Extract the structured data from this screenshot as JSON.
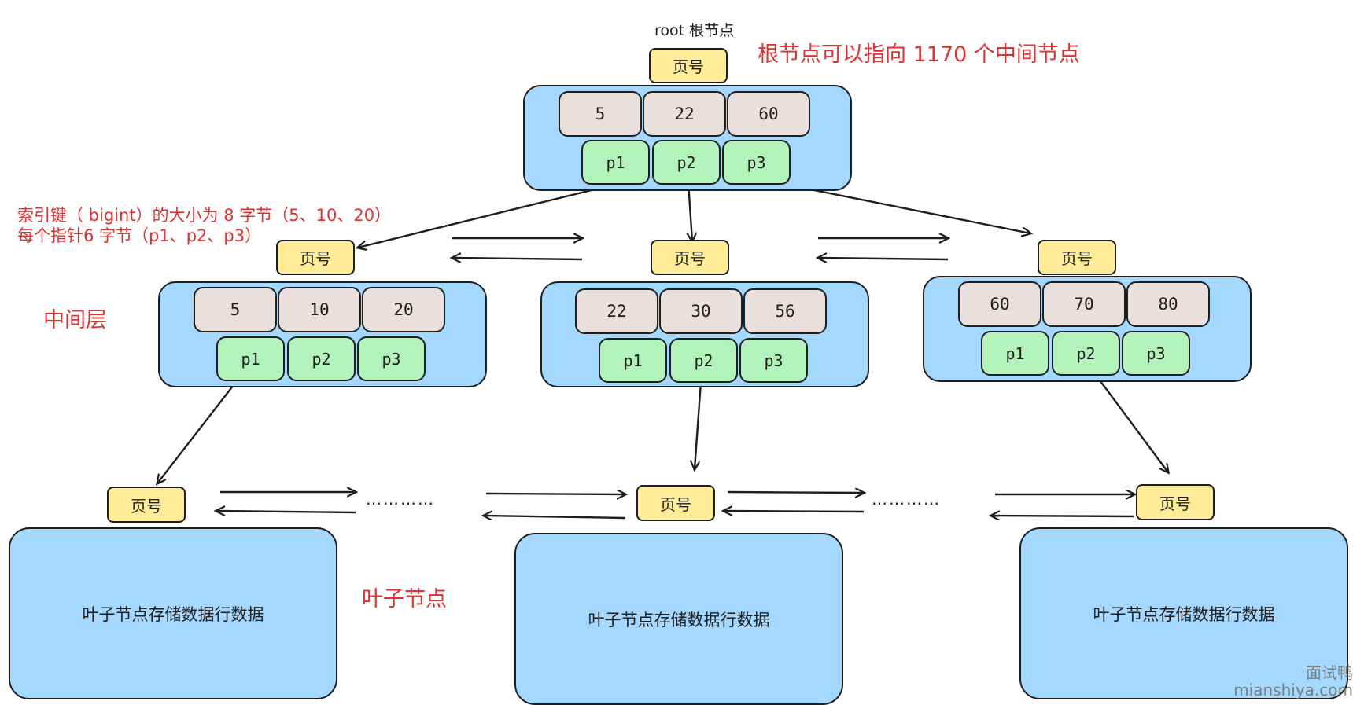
{
  "labels": {
    "root": "root 根节点",
    "root_note": "根节点可以指向 1170 个中间节点",
    "size_note_line1": "索引键（ bigint）的大小为 8 字节（5、10、20）",
    "size_note_line2": "每个指针6 字节（p1、p2、p3）",
    "middle_layer": "中间层",
    "leaf_layer": "叶子节点",
    "page": "页号",
    "leaf_text": "叶子节点存储数据行数据",
    "dots": "…………"
  },
  "root_node": {
    "keys": [
      "5",
      "22",
      "60"
    ],
    "pointers": [
      "p1",
      "p2",
      "p3"
    ]
  },
  "middle_nodes": [
    {
      "keys": [
        "5",
        "10",
        "20"
      ],
      "pointers": [
        "p1",
        "p2",
        "p3"
      ]
    },
    {
      "keys": [
        "22",
        "30",
        "56"
      ],
      "pointers": [
        "p1",
        "p2",
        "p3"
      ]
    },
    {
      "keys": [
        "60",
        "70",
        "80"
      ],
      "pointers": [
        "p1",
        "p2",
        "p3"
      ]
    }
  ],
  "watermark": {
    "line1": "面试鸭",
    "line2": "mianshiya.com"
  },
  "colors": {
    "node_fill": "#a5d8ff",
    "page_fill": "#ffec99",
    "key_fill": "#e9dfdc",
    "pointer_fill": "#b2f2bb",
    "annotation": "#e03131"
  }
}
